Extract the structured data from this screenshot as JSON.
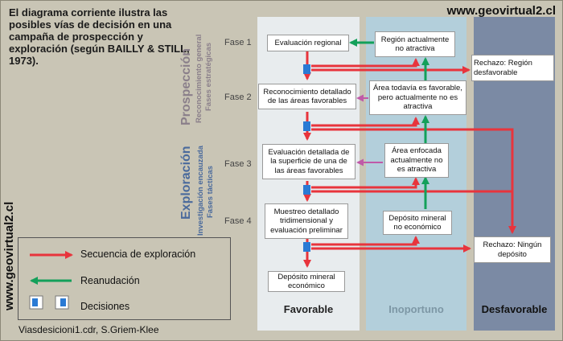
{
  "header": {
    "intro_text": "El diagrama corriente ilustra las posibles vías de decisión en una campaña de prospección y exploración (según BAILLY & STILL, 1973).",
    "website_top": "www.geovirtual2.cl",
    "website_side": "www.geovirtual2.cl"
  },
  "side_labels": {
    "prospeccion": "Prospección",
    "prospeccion_sub1": "Reconocimiento general",
    "prospeccion_sub2": "Fases estratégicas",
    "exploracion": "Exploración",
    "exploracion_sub1": "Investigación encauzada",
    "exploracion_sub2": "Fases tácticas"
  },
  "phases": [
    "Fase 1",
    "Fase 2",
    "Fase 3",
    "Fase 4"
  ],
  "columns": {
    "favorable": "Favorable",
    "inoportuno": "Inoportuno",
    "desfavorable": "Desfavorable"
  },
  "boxes": {
    "evaluacion_regional": "Evaluación regional",
    "region_no_atractiva": "Región actualmente no atractiva",
    "rechazo_region": "Rechazo: Región desfavorable",
    "reconocimiento_detallado": "Reconocimiento detallado de las áreas favorables",
    "area_todavia_favorable": "Área todavía es favorable, pero actualmente no es atractiva",
    "evaluacion_detallada": "Evaluación detallada de la superficie de una de las áreas favorables",
    "area_enfocada": "Área enfocada actualmente no es atractiva",
    "muestreo_detallado": "Muestreo detallado tridimensional y evaluación preliminar",
    "deposito_no_economico": "Depósito mineral no económico",
    "rechazo_ningun": "Rechazo: Ningún depósito",
    "deposito_economico": "Depósito mineral económico"
  },
  "legend": {
    "secuencia": "Secuencia de exploración",
    "reanudacion": "Reanudación",
    "decisiones": "Decisiones"
  },
  "footer": "Viasdesicioni1.cdr, S.Griem-Klee",
  "colors": {
    "red_arrow": "#e8343c",
    "green_arrow": "#13a05a",
    "magenta_arrow": "#c05aa8",
    "decision_blue": "#2a7ad4",
    "favorable_col": "#e8ecee",
    "inoportuno_col": "#b3cfdb",
    "desfavorable_col": "#7b8aa4",
    "prospeccion_text": "#8a7f8a",
    "exploracion_text": "#4a6a9c"
  }
}
